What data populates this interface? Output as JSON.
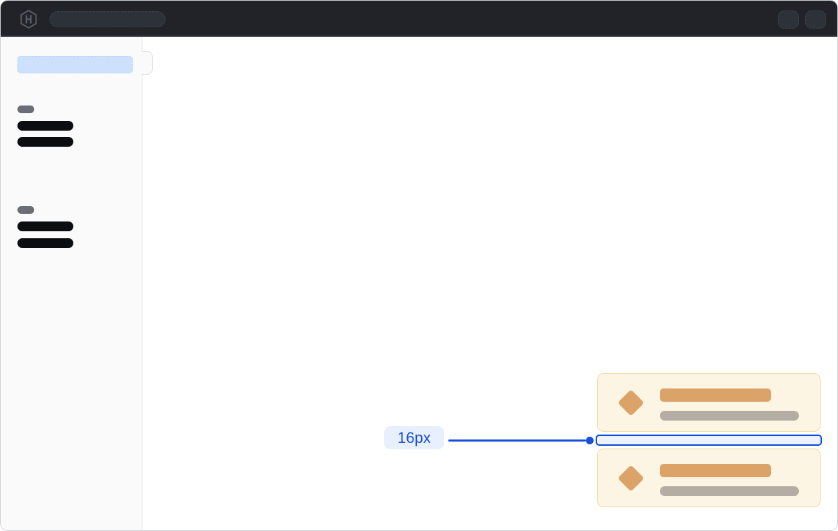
{
  "topbar": {
    "logo_icon": "hashicorp-logo-icon",
    "search_skeleton": "search-placeholder-pill",
    "action_skeletons": [
      "topbar-action-placeholder",
      "topbar-action-placeholder"
    ]
  },
  "sidebar": {
    "active_item_skeleton": "active-nav-item-placeholder",
    "toggle": "sidebar-collapse-handle",
    "sections": [
      {
        "label_skeleton": "section-label-placeholder",
        "item_skeletons": 2
      },
      {
        "label_skeleton": "section-label-placeholder",
        "item_skeletons": 2
      }
    ]
  },
  "spacing_demo": {
    "cards": [
      {
        "icon": "diamond-icon",
        "title_skeleton": "card-title-placeholder",
        "text_skeleton": "card-text-placeholder"
      },
      {
        "icon": "diamond-icon",
        "title_skeleton": "card-title-placeholder",
        "text_skeleton": "card-text-placeholder"
      }
    ],
    "gap_label": "16px"
  },
  "colors": {
    "topbar_bg": "#212329",
    "topbar_skeleton": "#2d3138",
    "sidebar_bg": "#fafafa",
    "active_item_blue": "#cee1fc",
    "nav_bar_black": "#0b0d11",
    "section_pill_gray": "#6a6e76",
    "card_bg": "#fcf5e3",
    "card_border": "#f1dba6",
    "card_accent_orange": "#dba368",
    "card_text_gray": "#b3ada3",
    "annotation_blue": "#1a4fdc",
    "highlight_fill": "#edf3fe",
    "label_bg": "#e8f0fd"
  }
}
